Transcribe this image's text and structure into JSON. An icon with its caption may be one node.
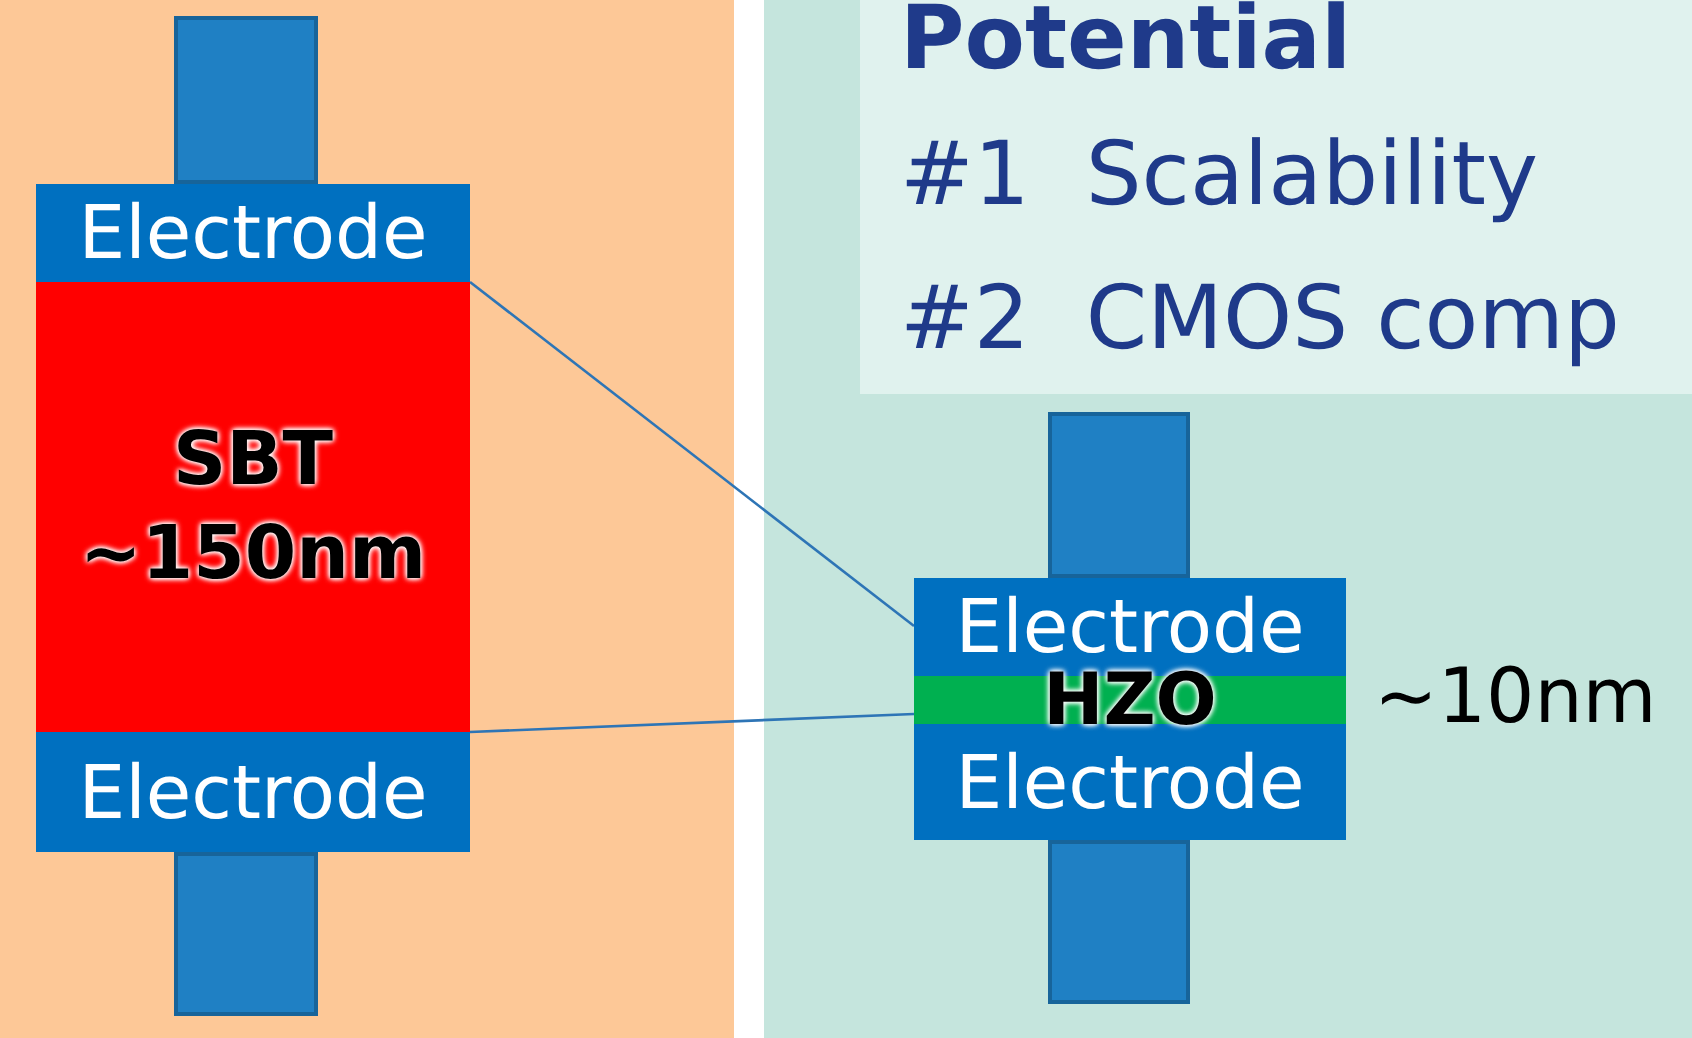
{
  "diagram": {
    "nodes": [
      {
        "text": [
          "Potential",
          "#1  Scalability",
          "#2  CMOS comp"
        ]
      },
      {
        "text": [],
        "shape": "box"
      },
      {
        "text": [
          "Electrode"
        ]
      },
      {
        "text": [
          "SBT ~150nm"
        ]
      },
      {
        "text": [
          "Electrode"
        ]
      },
      {
        "text": [],
        "shape": "box"
      },
      {
        "text": [],
        "shape": "box"
      },
      {
        "text": [
          "Electrode"
        ]
      },
      {
        "text": [
          "HZO"
        ],
        "beside": [
          "~10nm"
        ]
      },
      {
        "text": [
          "Electrode"
        ]
      },
      {
        "text": [],
        "shape": "box"
      }
    ],
    "edges": [
      {
        "from": 3,
        "to": 7,
        "arrow": "none"
      },
      {
        "from": 3,
        "to": 8,
        "arrow": "none"
      }
    ]
  }
}
